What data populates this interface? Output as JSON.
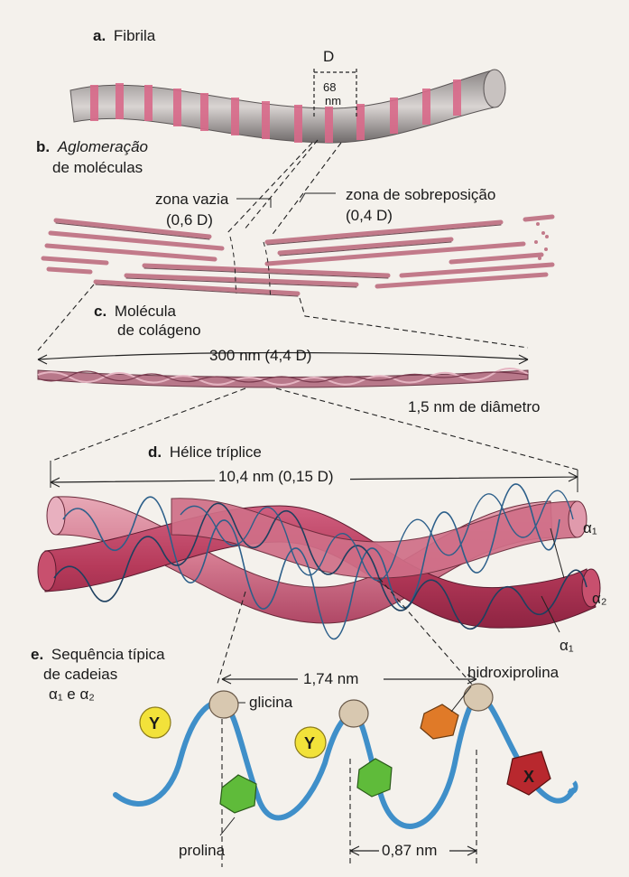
{
  "section_a": {
    "letter": "a.",
    "title": "Fibrila",
    "d_label": "D",
    "d_value": "68",
    "d_unit": "nm"
  },
  "section_b": {
    "letter": "b.",
    "title_line1": "Aglomeração",
    "title_line2": "de moléculas",
    "gap_zone": "zona vazia",
    "gap_value": "(0,6 D)",
    "overlap_zone": "zona de sobreposição",
    "overlap_value": "(0,4 D)"
  },
  "section_c": {
    "letter": "c.",
    "title_line1": "Molécula",
    "title_line2": "de colágeno",
    "length": "300 nm (4,4 D)",
    "diameter": "1,5 nm de diâmetro"
  },
  "section_d": {
    "letter": "d.",
    "title": "Hélice tríplice",
    "pitch": "10,4 nm (0,15 D)",
    "chain_top": "α₁",
    "chain_mid": "α₂",
    "chain_bottom": "α₁"
  },
  "section_e": {
    "letter": "e.",
    "title_line1": "Sequência típica",
    "title_line2": "de cadeias",
    "title_line3": "α₁ e α₂",
    "repeat": "1,74 nm",
    "residue_spacing": "0,87 nm",
    "glycine": "glicina",
    "hydroxyproline": "hidroxiprolina",
    "proline": "prolina",
    "residue_x": "X",
    "residue_y": "Y"
  },
  "colors": {
    "pink_light": "#d98a9c",
    "pink_dark": "#b63a5a",
    "blue": "#3f8fc9",
    "glycine": "#d8c8b0",
    "yellow": "#f2e23a",
    "green": "#5fbb3a",
    "orange": "#e07a28",
    "red": "#b8282e"
  }
}
